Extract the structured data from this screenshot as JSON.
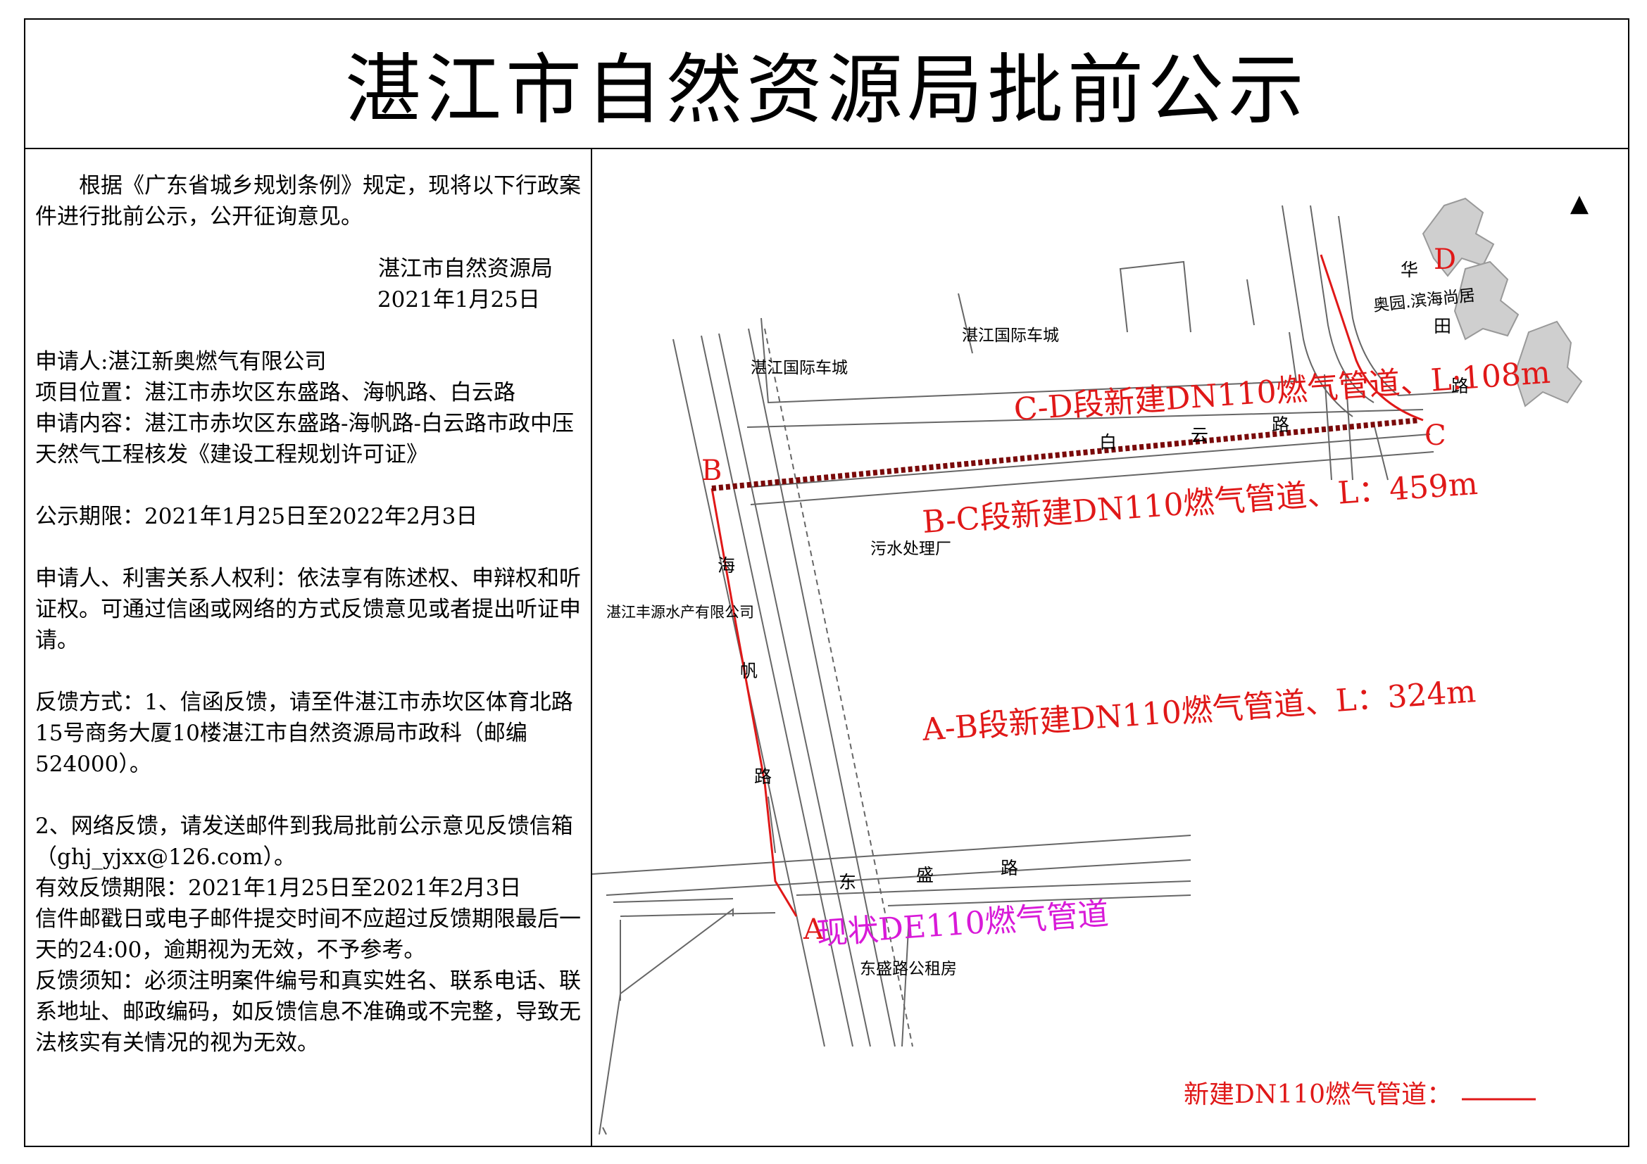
{
  "title": "湛江市自然资源局批前公示",
  "notice": {
    "intro": "根据《广东省城乡规划条例》规定，现将以下行政案件进行批前公示，公开征询意见。",
    "issuer": "湛江市自然资源局",
    "date": "2021年1月25日",
    "applicant": "申请人:湛江新奥燃气有限公司",
    "location": "项目位置：湛江市赤坎区东盛路、海帆路、白云路",
    "content": "申请内容：湛江市赤坎区东盛路-海帆路-白云路市政中压天然气工程核发《建设工程规划许可证》",
    "period": "公示期限：2021年1月25日至2022年2月3日",
    "rights": "申请人、利害关系人权利：依法享有陈述权、申辩权和听证权。可通过信函或网络的方式反馈意见或者提出听证申请。",
    "feedback_1": "反馈方式：1、信函反馈，请至件湛江市赤坎区体育北路15号商务大厦10楼湛江市自然资源局市政科（邮编524000）。",
    "feedback_2": "2、网络反馈，请发送邮件到我局批前公示意见反馈信箱（ghj_yjxx@126.com）。",
    "deadline": "有效反馈期限：2021年1月25日至2021年2月3日",
    "postmark": "信件邮戳日或电子邮件提交时间不应超过反馈期限最后一天的24:00，逾期视为无效，不予参考。",
    "requirements": "反馈须知：必须注明案件编号和真实姓名、联系电话、联系地址、邮政编码，如反馈信息不准确或不完整，导致无法核实有关情况的视为无效。"
  },
  "map": {
    "north_symbol": "▲",
    "places": {
      "car_city_1": "湛江国际车城",
      "car_city_2": "湛江国际车城",
      "ao_yuan": "奥园.滨海尚居",
      "sewage": "污水处理厂",
      "fengyuan": "湛江丰源水产有限公司",
      "public_housing": "东盛路公租房"
    },
    "roads": {
      "baiyun": [
        "白",
        "云",
        "路"
      ],
      "haifan": [
        "海",
        "帆",
        "路"
      ],
      "dongsheng": [
        "东",
        "盛",
        "路"
      ],
      "huatian": [
        "华",
        "田",
        "路"
      ]
    },
    "points": {
      "a": "A",
      "b": "B",
      "c": "C",
      "d": "D"
    },
    "segments": {
      "cd": "C-D段新建DN110燃气管道、L:108m",
      "bc": "B-C段新建DN110燃气管道、L：459m",
      "ab": "A-B段新建DN110燃气管道、L：324m",
      "existing": "现状DE110燃气管道"
    },
    "legend": "新建DN110燃气管道：",
    "colors": {
      "pipe_new": "#e01818",
      "pipe_existing": "#d81ad8",
      "road": "#555555"
    }
  }
}
